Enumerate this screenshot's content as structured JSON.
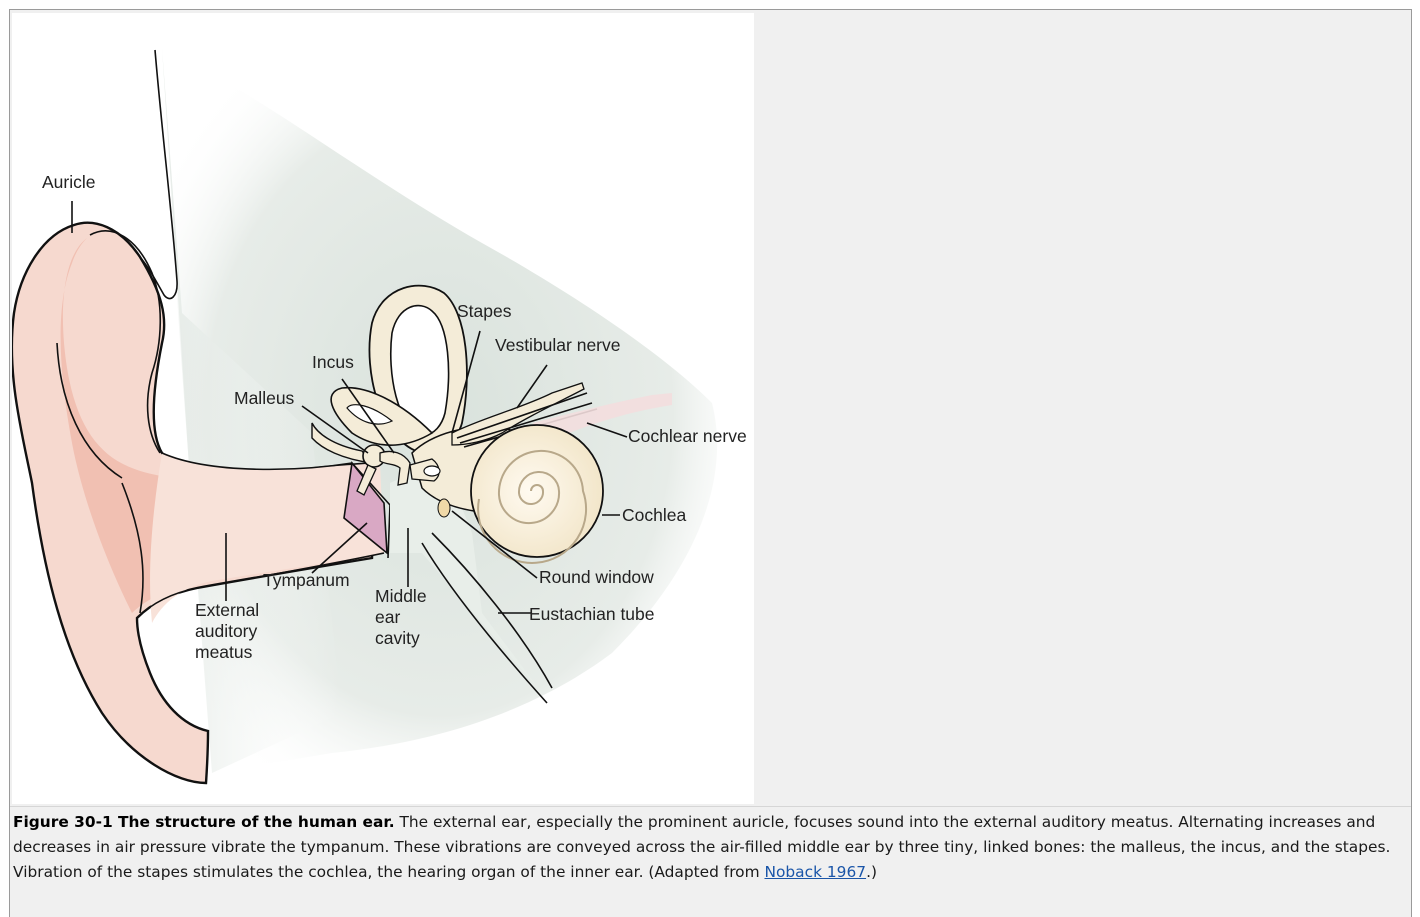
{
  "figure": {
    "labels": {
      "auricle": "Auricle",
      "stapes": "Stapes",
      "vestibular_nerve": "Vestibular nerve",
      "incus": "Incus",
      "malleus": "Malleus",
      "cochlear_nerve": "Cochlear nerve",
      "cochlea": "Cochlea",
      "round_window": "Round window",
      "eustachian_tube": "Eustachian tube",
      "tympanum": "Tympanum",
      "external_auditory_meatus": [
        "External",
        "auditory",
        "meatus"
      ],
      "middle_ear_cavity": [
        "Middle",
        "ear",
        "cavity"
      ]
    },
    "colors": {
      "skin": "#f6d9cf",
      "skin_dark": "#efb7a8",
      "bone": "#f4ecd8",
      "tympanum": "#d9a8c4",
      "shadow": "#dde4df",
      "outline": "#111111"
    }
  },
  "caption": {
    "title": "Figure 30-1 The structure of the human ear.",
    "text_before_link": " The external ear, especially the prominent auricle, focuses sound into the external auditory meatus. Alternating increases and decreases in air pressure vibrate the tympanum. These vibrations are conveyed across the air-filled middle ear by three tiny, linked bones: the malleus, the incus, and the stapes. Vibration of the stapes stimulates the cochlea, the hearing organ of the inner ear. (Adapted from ",
    "link_text": "Noback 1967",
    "text_after_link": ".)"
  }
}
